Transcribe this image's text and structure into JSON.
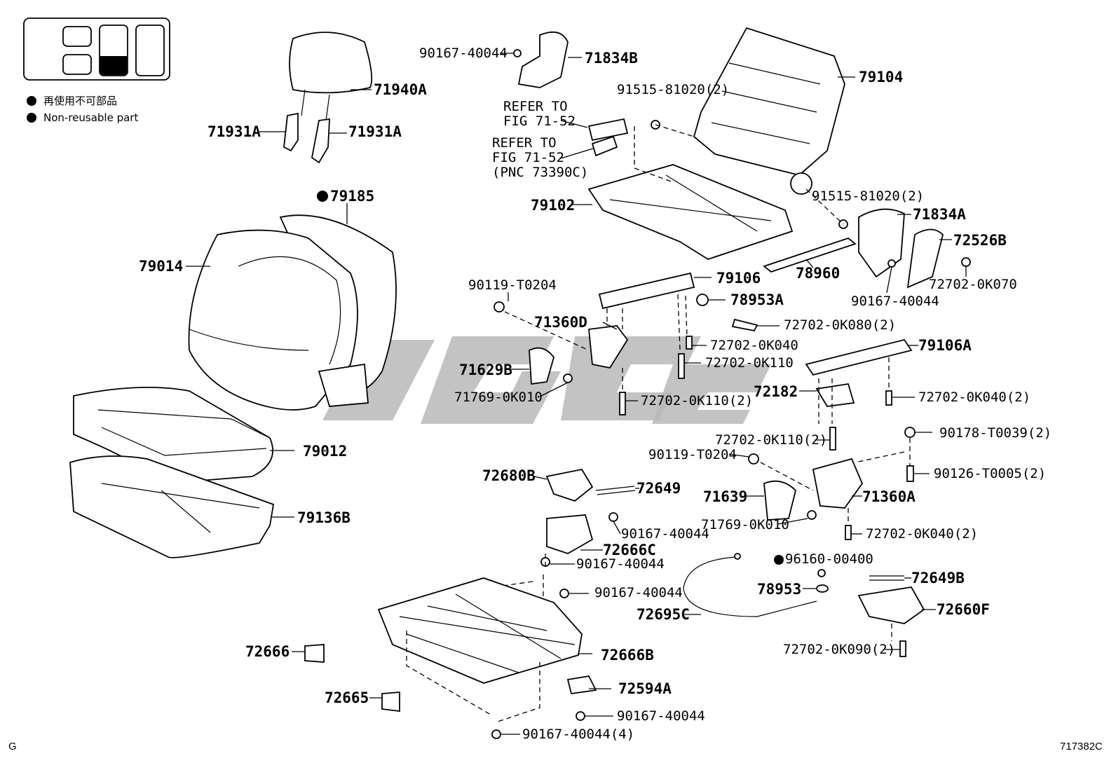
{
  "legend": {
    "jp_text": "再使用不可部品",
    "en_text": "Non-reusable part"
  },
  "corner": {
    "left": "G",
    "right": "717382C"
  },
  "refs": {
    "ref1_line1": "REFER TO",
    "ref1_line2": "FIG 71-52",
    "ref2_line1": "REFER TO",
    "ref2_line2": "FIG 71-52",
    "ref2_line3": "(PNC 73390C)"
  },
  "parts": {
    "p71940A": "71940A",
    "p71931A_l": "71931A",
    "p71931A_r": "71931A",
    "p79185": "79185",
    "p79014": "79014",
    "p79012": "79012",
    "p79136B": "79136B",
    "p90167_40044_top": "90167-40044",
    "p71834B": "71834B",
    "p79104": "79104",
    "p91515_a": "91515-81020(2)",
    "p91515_b": "91515-81020(2)",
    "p79102": "79102",
    "p71834A": "71834A",
    "p72526B": "72526B",
    "p78960": "78960",
    "p72702_0K070": "72702-0K070",
    "p90167_40044_r": "90167-40044",
    "p90119_T0204_a": "90119-T0204",
    "p79106": "79106",
    "p78953A": "78953A",
    "p71360D": "71360D",
    "p72702_0K080": "72702-0K080(2)",
    "p72702_0K040_a": "72702-0K040",
    "p72702_0K110_a": "72702-0K110",
    "p71629B": "71629B",
    "p71769_0K010_a": "71769-0K010",
    "p72702_0K110_2a": "72702-0K110(2)",
    "p79106A": "79106A",
    "p72182": "72182",
    "p72702_0K040_2a": "72702-0K040(2)",
    "p72702_0K110_2b": "72702-0K110(2)",
    "p90178_T0039": "90178-T0039(2)",
    "p90119_T0204_b": "90119-T0204",
    "p90126_T0005": "90126-T0005(2)",
    "p72680B": "72680B",
    "p72649": "72649",
    "p71639": "71639",
    "p71360A": "71360A",
    "p71769_0K010_b": "71769-0K010",
    "p90167_40044_c": "90167-40044",
    "p72702_0K040_2b": "72702-0K040(2)",
    "p72666C": "72666C",
    "p90167_40044_d": "90167-40044",
    "p96160_00400": "96160-00400",
    "p90167_40044_e": "90167-40044",
    "p78953": "78953",
    "p72649B": "72649B",
    "p72695C": "72695C",
    "p72660F": "72660F",
    "p72702_0K090": "72702-0K090(2)",
    "p72666": "72666",
    "p72666B": "72666B",
    "p72594A": "72594A",
    "p72665": "72665",
    "p90167_40044_f": "90167-40044",
    "p90167_40044_4": "90167-40044(4)"
  }
}
